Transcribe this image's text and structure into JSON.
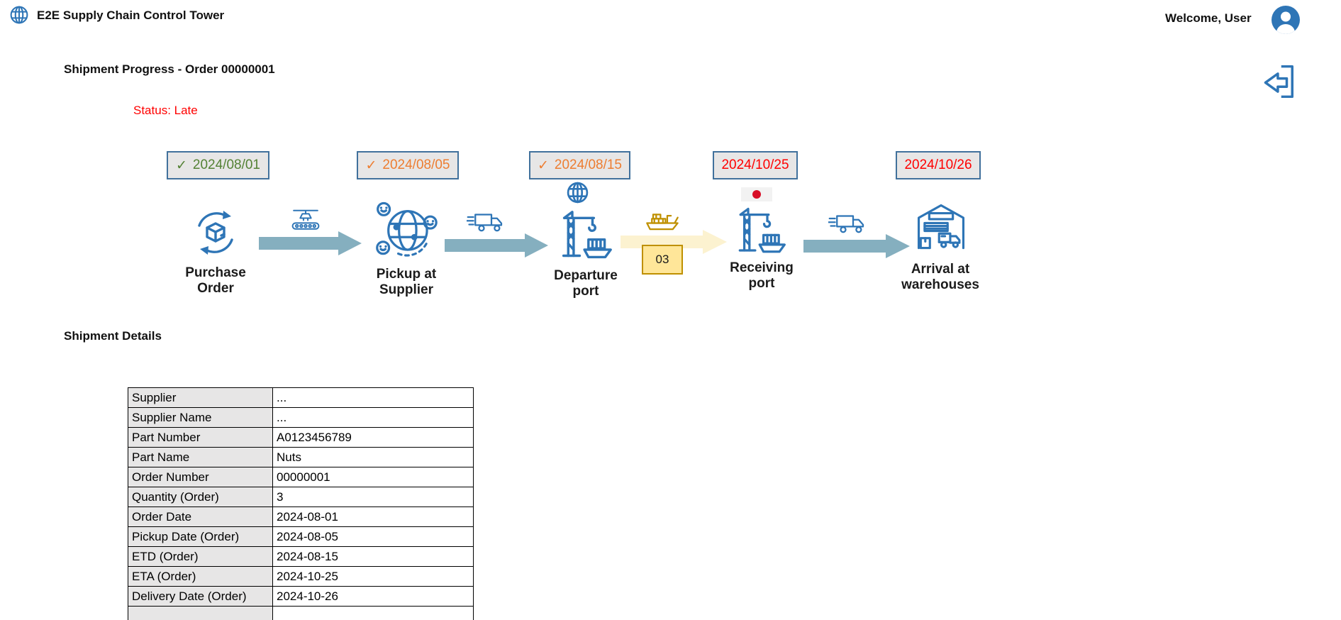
{
  "header": {
    "app_title": "E2E Supply Chain Control Tower",
    "welcome_text": "Welcome, User"
  },
  "page": {
    "title": "Shipment Progress - Order 00000001",
    "status": "Status: Late",
    "details_heading": "Shipment Details"
  },
  "colors": {
    "brand_blue": "#2E75B6",
    "badge_border": "#41719C",
    "badge_bg": "#E7E6E6",
    "arrow_teal": "#85AFBF",
    "arrow_yellow_fill": "#FCF2D0",
    "gold": "#BF9000",
    "count_box_bg": "#FFE699",
    "green": "#548235",
    "orange": "#ED7D31",
    "red": "#FF0000",
    "flag_red": "#D80E27",
    "table_label_bg": "#E7E6E6"
  },
  "timeline": {
    "milestones": [
      {
        "label": "Purchase\nOrder",
        "check": "✓",
        "date": "2024/08/01",
        "state": "completed-on-time"
      },
      {
        "label": "Pickup at\nSupplier",
        "check": "✓",
        "date": "2024/08/05",
        "state": "completed"
      },
      {
        "label": "Departure\nport",
        "check": "✓",
        "date": "2024/08/15",
        "state": "completed"
      },
      {
        "label": "Receiving\nport",
        "check": "",
        "date": "2024/10/25",
        "state": "late"
      },
      {
        "label": "Arrival at\nwarehouses",
        "check": "",
        "date": "2024/10/26",
        "state": "late"
      }
    ],
    "vessel_count": "03"
  },
  "details_table": {
    "rows": [
      {
        "label": "Supplier",
        "value": "..."
      },
      {
        "label": "Supplier Name",
        "value": "..."
      },
      {
        "label": "Part Number",
        "value": "A0123456789"
      },
      {
        "label": "Part Name",
        "value": "Nuts"
      },
      {
        "label": "Order Number",
        "value": "00000001"
      },
      {
        "label": "Quantity (Order)",
        "value": "3"
      },
      {
        "label": "Order Date",
        "value": "2024-08-01"
      },
      {
        "label": "Pickup Date (Order)",
        "value": "2024-08-05"
      },
      {
        "label": "ETD (Order)",
        "value": "2024-08-15"
      },
      {
        "label": "ETA (Order)",
        "value": "2024-10-25"
      },
      {
        "label": "Delivery Date (Order)",
        "value": "2024-10-26"
      }
    ]
  }
}
